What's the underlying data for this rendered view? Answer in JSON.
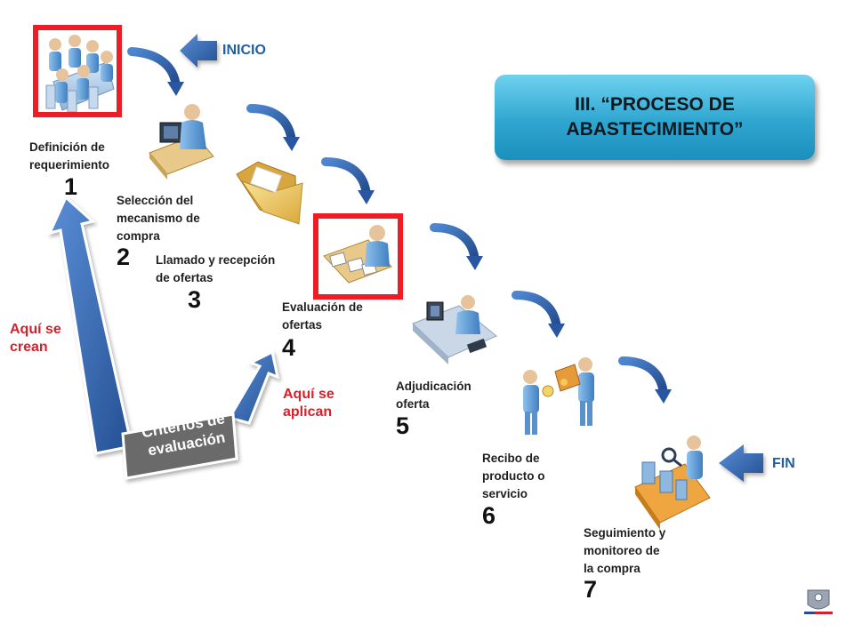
{
  "title": {
    "line1": "III. “PROCESO DE",
    "line2": "ABASTECIMIENTO”"
  },
  "nav": {
    "start_label": "INICIO",
    "end_label": "FIN"
  },
  "steps": [
    {
      "label_lines": [
        "Definición de",
        "requerimiento"
      ],
      "number": "1"
    },
    {
      "label_lines": [
        "Selección del",
        "mecanismo de",
        "compra"
      ],
      "number": "2"
    },
    {
      "label_lines": [
        "Llamado y recepción",
        "de ofertas"
      ],
      "number": "3"
    },
    {
      "label_lines": [
        "Evaluación de",
        "ofertas"
      ],
      "number": "4"
    },
    {
      "label_lines": [
        "Adjudicación",
        "oferta"
      ],
      "number": "5"
    },
    {
      "label_lines": [
        "Recibo de",
        "producto o",
        "servicio"
      ],
      "number": "6"
    },
    {
      "label_lines": [
        "Seguimiento y",
        "monitoreo de",
        "la compra"
      ],
      "number": "7"
    }
  ],
  "notes": {
    "created": [
      "Aquí se",
      "crean"
    ],
    "applied": [
      "Aquí se",
      "aplican"
    ]
  },
  "criteria_box": {
    "line1": "Criterios de",
    "line2": "evaluación"
  },
  "highlighted_steps": [
    "1",
    "4"
  ],
  "colors": {
    "highlight": "#ee1c24",
    "arrow_blue": "#2e66b0",
    "title_gradient_top": "#6fd2ef",
    "title_gradient_bottom": "#1c8fbd",
    "note_red": "#d9202a"
  },
  "icons": [
    "meeting-table-icon",
    "desk-worker-icon",
    "folder-icon",
    "desk-papers-icon",
    "computer-worker-icon",
    "package-handover-icon",
    "conveyor-inspection-icon",
    "government-logo-icon"
  ]
}
